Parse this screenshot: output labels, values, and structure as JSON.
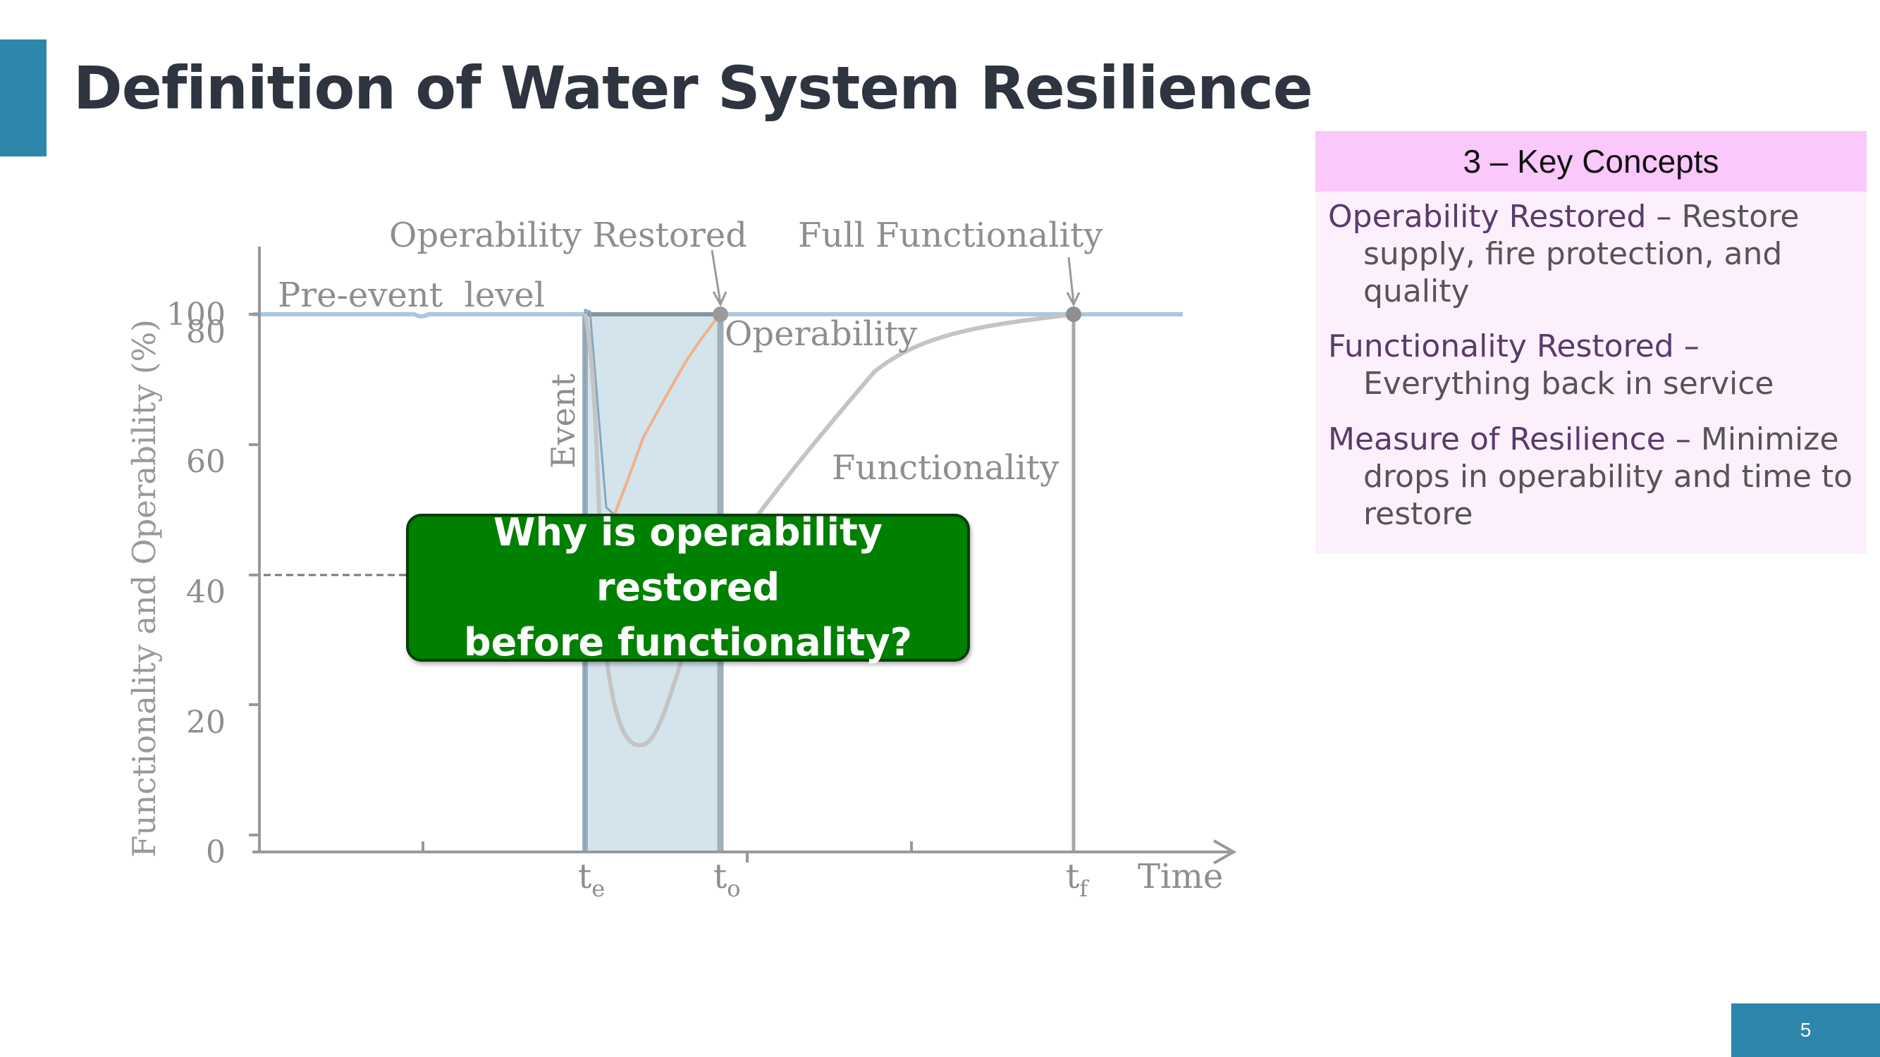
{
  "slide": {
    "title": "Definition of Water System Resilience",
    "page_number": "5",
    "accent_color": "#2e86ab"
  },
  "callout": {
    "line1": "Why is operability restored",
    "line2": "before functionality?",
    "color": "#008000"
  },
  "concepts": {
    "header": "3 – Key Concepts",
    "items": [
      {
        "term": "Operability Restored –",
        "desc": "Restore supply, fire protection, and quality"
      },
      {
        "term": "Functionality Restored –",
        "desc": "Everything back in service"
      },
      {
        "term": "Measure of Resilience –",
        "desc": "Minimize drops in operability and time to restore"
      }
    ]
  },
  "figure": {
    "ylabel": "Functionality and Operability (%)",
    "yticks": [
      "0",
      "20",
      "40",
      "60",
      "80",
      "100"
    ],
    "xlabel": "Time",
    "xticks": [
      {
        "main": "t",
        "sub": "e"
      },
      {
        "main": "t",
        "sub": "o"
      },
      {
        "main": "t",
        "sub": "f"
      }
    ],
    "labels": {
      "pre_event": "Pre-event  level",
      "operability_restored": "Operability Restored",
      "full_functionality": "Full Functionality",
      "operability": "Operability",
      "functionality": "Functionality",
      "event": "Event"
    }
  }
}
